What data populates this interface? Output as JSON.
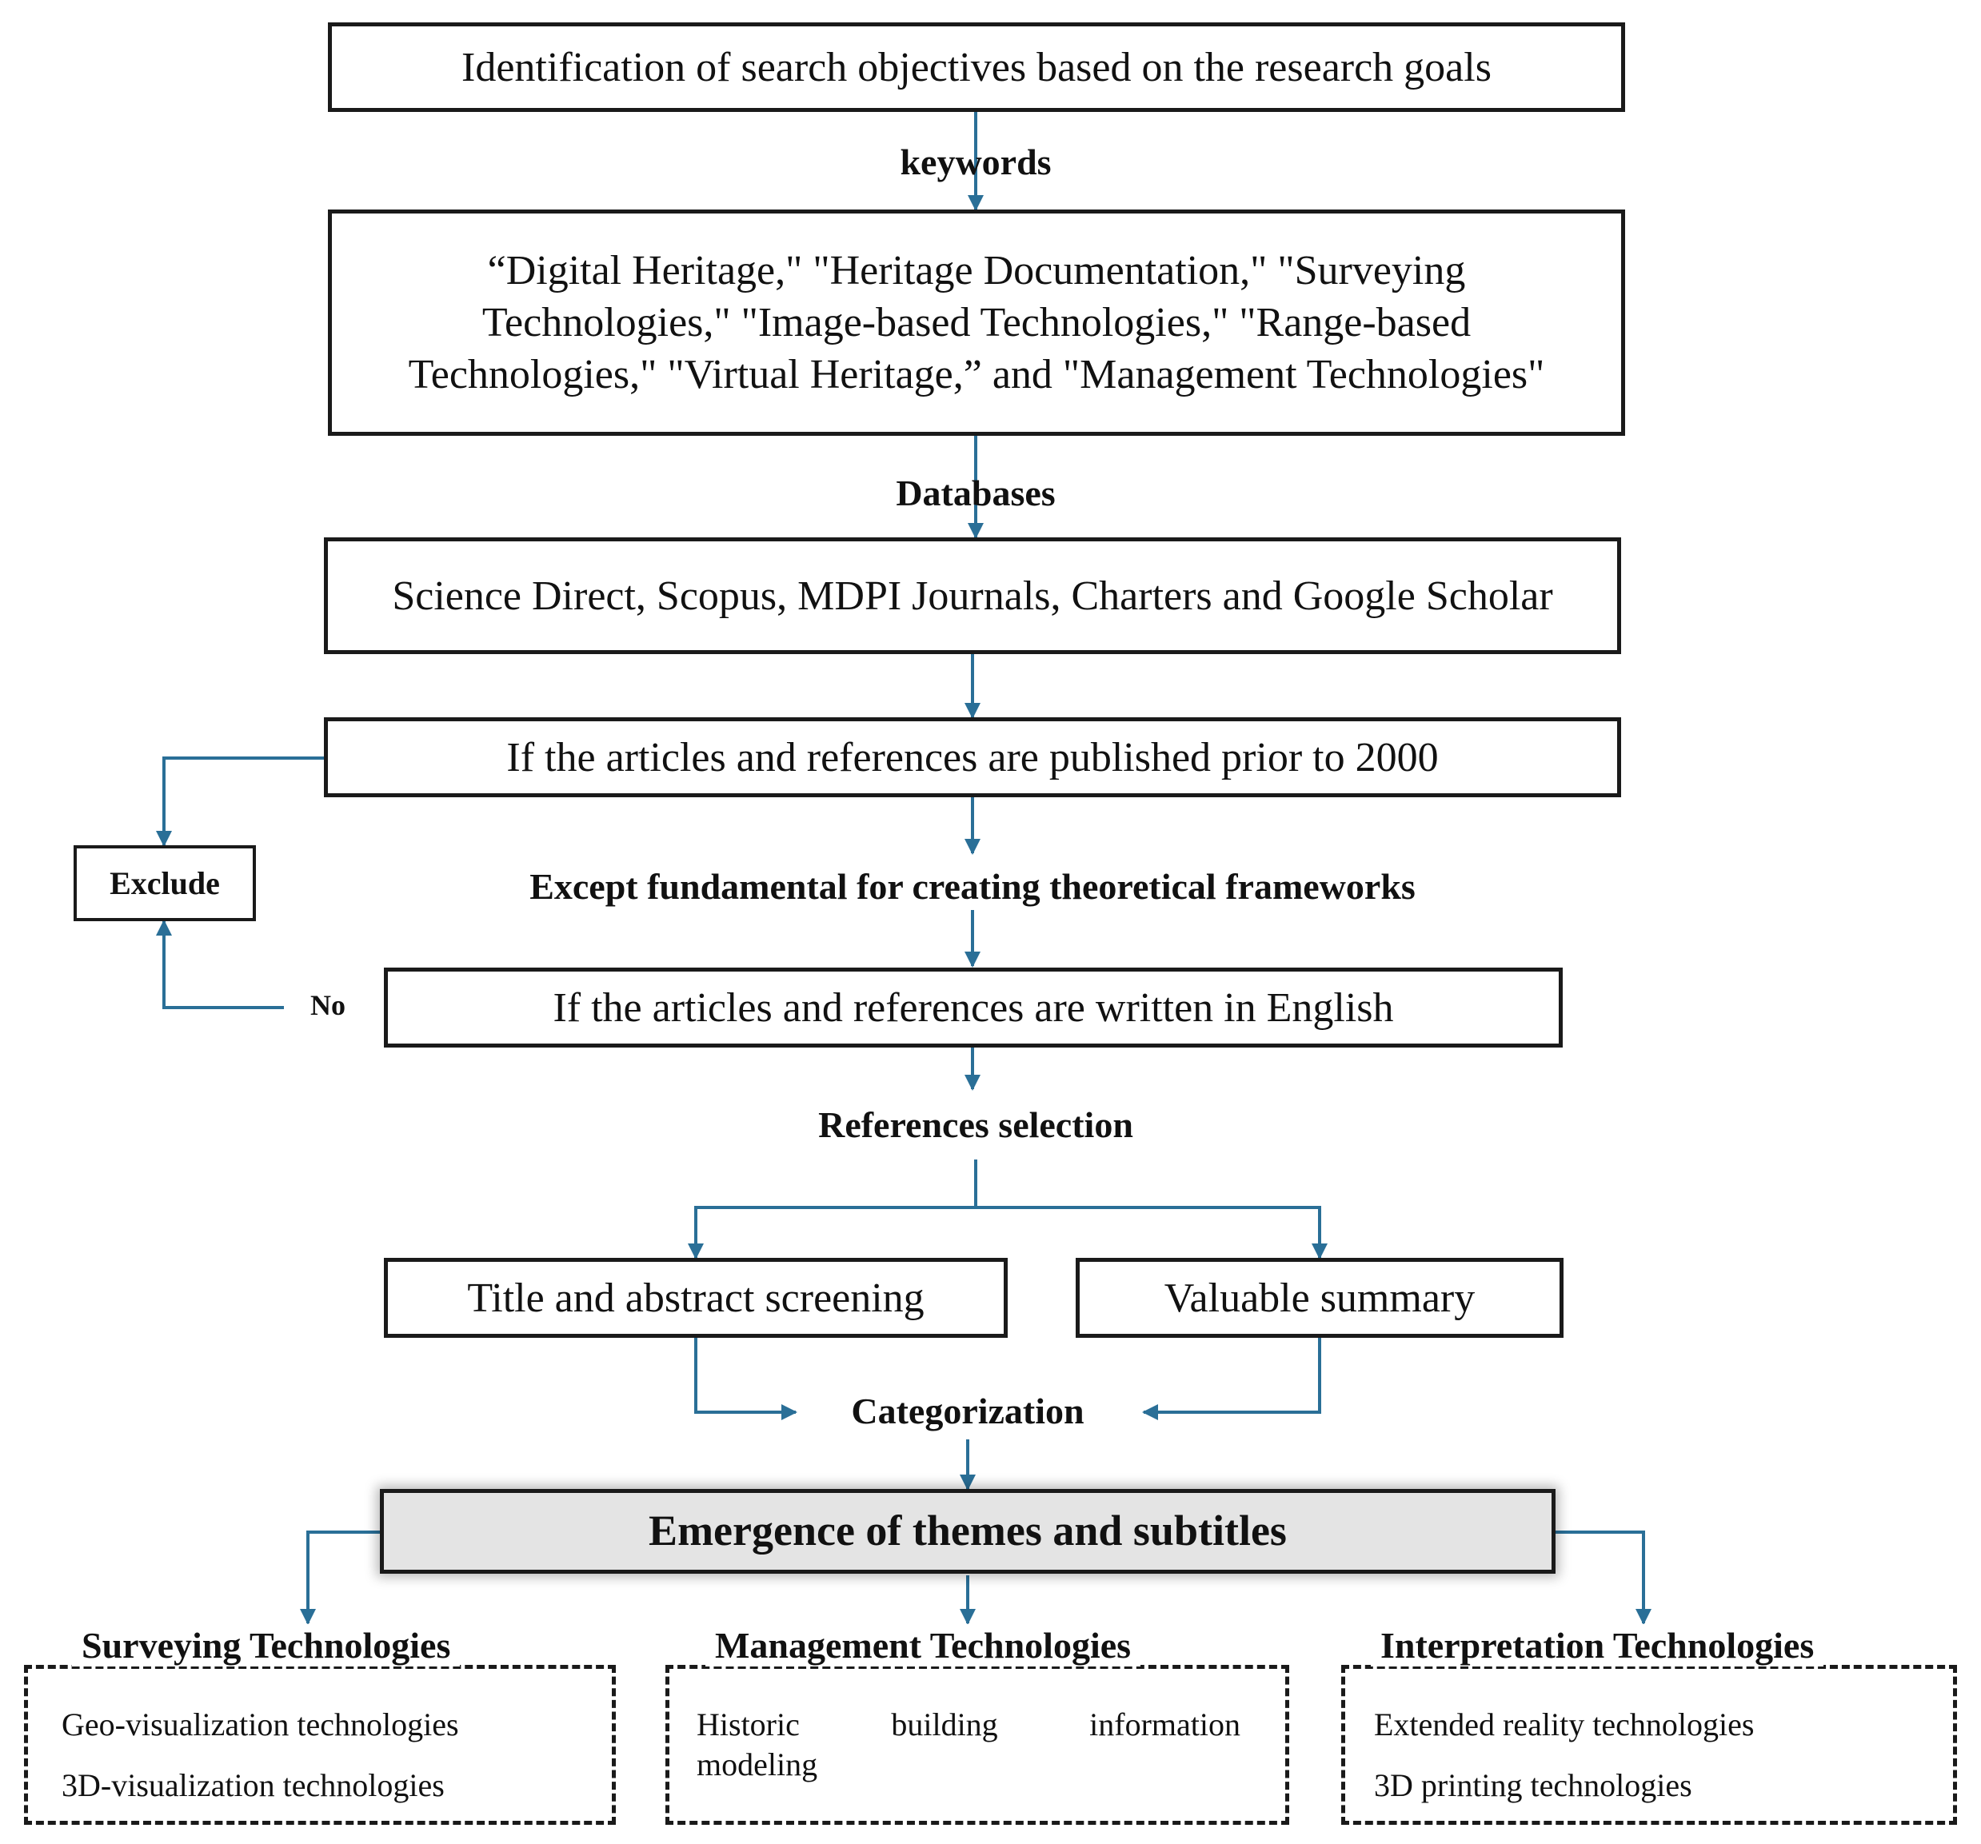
{
  "steps": {
    "objectives": "Identification of search objectives based on the research goals",
    "keywords_label": "keywords",
    "keywords_box": "“Digital Heritage,\" \"Heritage Documentation,\" \"Surveying Technologies,\" \"Image-based Technologies,\" \"Range-based Technologies,\" \"Virtual Heritage,” and \"Management Technologies\"",
    "databases_label": "Databases",
    "databases_box": "Science Direct, Scopus, MDPI Journals, Charters and Google Scholar",
    "prior_2000": "If the articles and references are published prior to 2000",
    "exclude": "Exclude",
    "except_label": "Except fundamental for creating theoretical frameworks",
    "no_label": "No",
    "english": "If the articles and references are written in English",
    "references_selection": "References selection",
    "title_abstract": "Title and abstract screening",
    "valuable_summary": "Valuable summary",
    "categorization": "Categorization",
    "emergence": "Emergence of themes and subtitles"
  },
  "themes": {
    "surveying": {
      "title": "Surveying Technologies",
      "items": [
        "Geo-visualization technologies",
        "3D-visualization technologies"
      ]
    },
    "management": {
      "title": "Management  Technologies",
      "items": [
        "Historic building information",
        "modeling"
      ]
    },
    "interpretation": {
      "title": "Interpretation  Technologies",
      "items": [
        "Extended reality technologies",
        "3D printing technologies"
      ]
    }
  },
  "colors": {
    "connector": "#2a6f97",
    "border": "#1a1a1a",
    "emergence_fill": "#e4e4e4"
  }
}
